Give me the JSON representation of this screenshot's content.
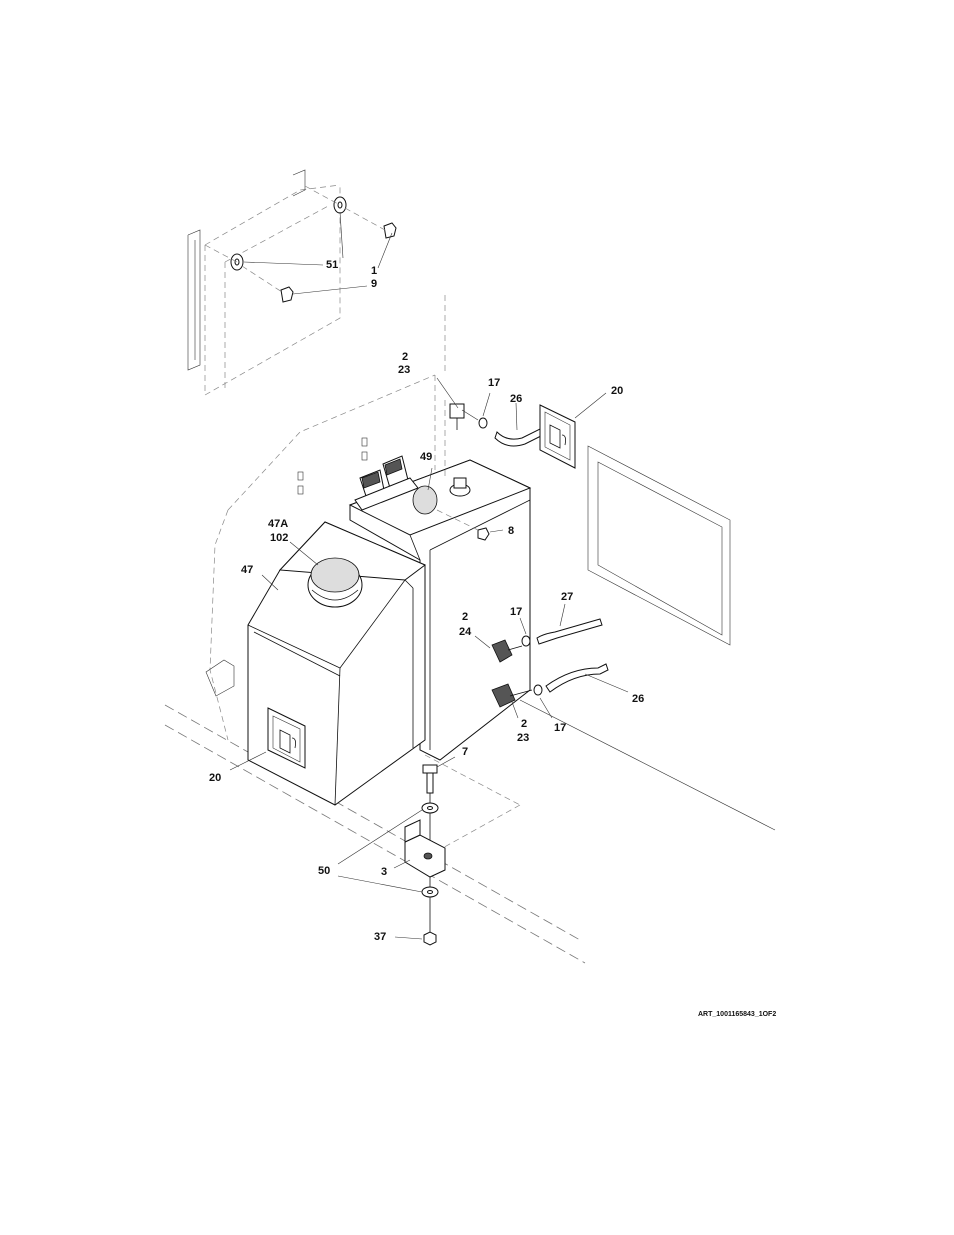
{
  "callouts": {
    "c51": "51",
    "c1": "1",
    "c9": "9",
    "c2a": "2",
    "c23a": "23",
    "c17a": "17",
    "c26a": "26",
    "c20a": "20",
    "c49": "49",
    "c8": "8",
    "c47a": "47A",
    "c102": "102",
    "c47": "47",
    "c2b": "2",
    "c24": "24",
    "c17b": "17",
    "c27": "27",
    "c26b": "26",
    "c2c": "2",
    "c23b": "23",
    "c17c": "17",
    "c7": "7",
    "c20b": "20",
    "c50": "50",
    "c3": "3",
    "c37": "37"
  },
  "art_reference": "ART_1001165843_1OF2"
}
